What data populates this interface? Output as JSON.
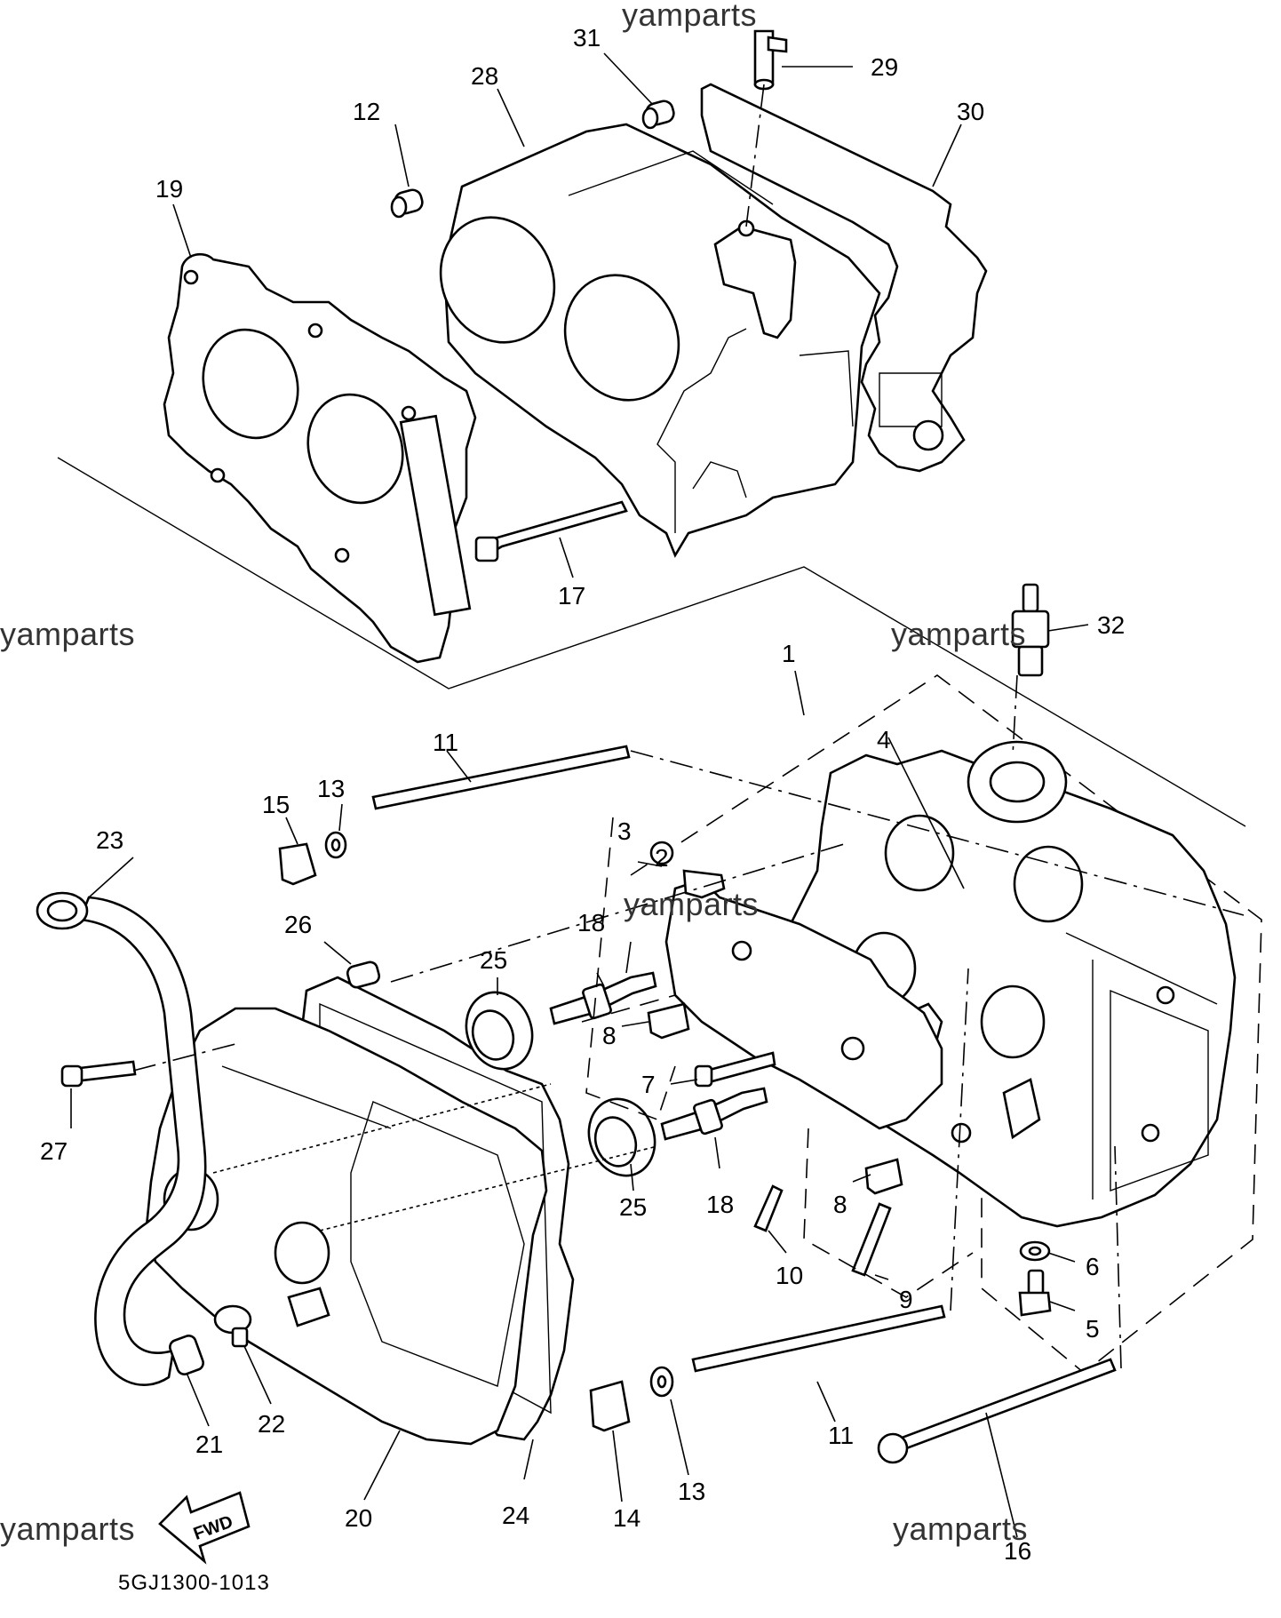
{
  "diagram": {
    "parts": [
      {
        "ref": "1"
      },
      {
        "ref": "2"
      },
      {
        "ref": "3"
      },
      {
        "ref": "4"
      },
      {
        "ref": "5"
      },
      {
        "ref": "6"
      },
      {
        "ref": "7"
      },
      {
        "ref": "8"
      },
      {
        "ref": "8"
      },
      {
        "ref": "9"
      },
      {
        "ref": "10"
      },
      {
        "ref": "11"
      },
      {
        "ref": "11"
      },
      {
        "ref": "12"
      },
      {
        "ref": "13"
      },
      {
        "ref": "13"
      },
      {
        "ref": "14"
      },
      {
        "ref": "15"
      },
      {
        "ref": "16"
      },
      {
        "ref": "17"
      },
      {
        "ref": "18"
      },
      {
        "ref": "18"
      },
      {
        "ref": "19"
      },
      {
        "ref": "20"
      },
      {
        "ref": "21"
      },
      {
        "ref": "22"
      },
      {
        "ref": "23"
      },
      {
        "ref": "24"
      },
      {
        "ref": "25"
      },
      {
        "ref": "25"
      },
      {
        "ref": "26"
      },
      {
        "ref": "27"
      },
      {
        "ref": "28"
      },
      {
        "ref": "29"
      },
      {
        "ref": "30"
      },
      {
        "ref": "31"
      },
      {
        "ref": "32"
      }
    ],
    "watermarks": [
      "yamparts",
      "yamparts",
      "yamparts",
      "yamparts",
      "yamparts",
      "yamparts"
    ],
    "fwd_label": "FWD",
    "drawing_code": "5GJ1300-1013"
  }
}
